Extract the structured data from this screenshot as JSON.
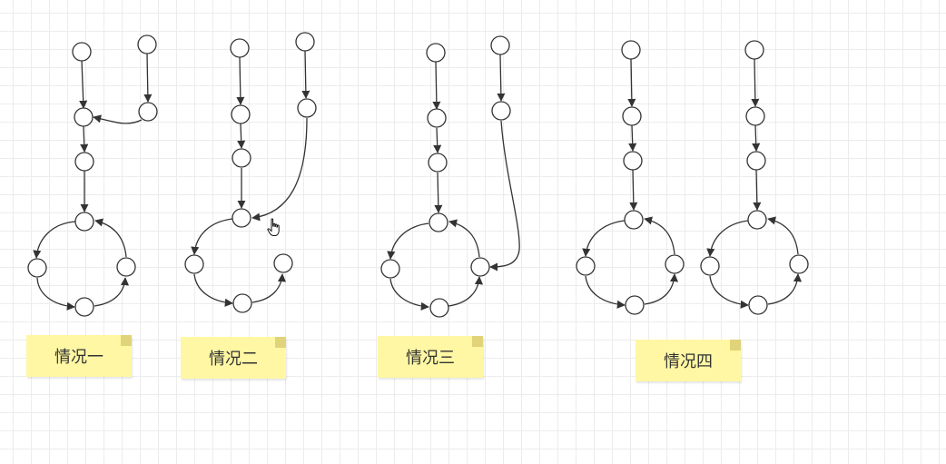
{
  "notes": [
    {
      "label": "情况一"
    },
    {
      "label": "情况二"
    },
    {
      "label": "情况三"
    },
    {
      "label": "情况四"
    }
  ],
  "colors": {
    "line": "#333333",
    "note_fill": "#fff7a3"
  },
  "icons": [
    "hand-pointer-icon"
  ]
}
